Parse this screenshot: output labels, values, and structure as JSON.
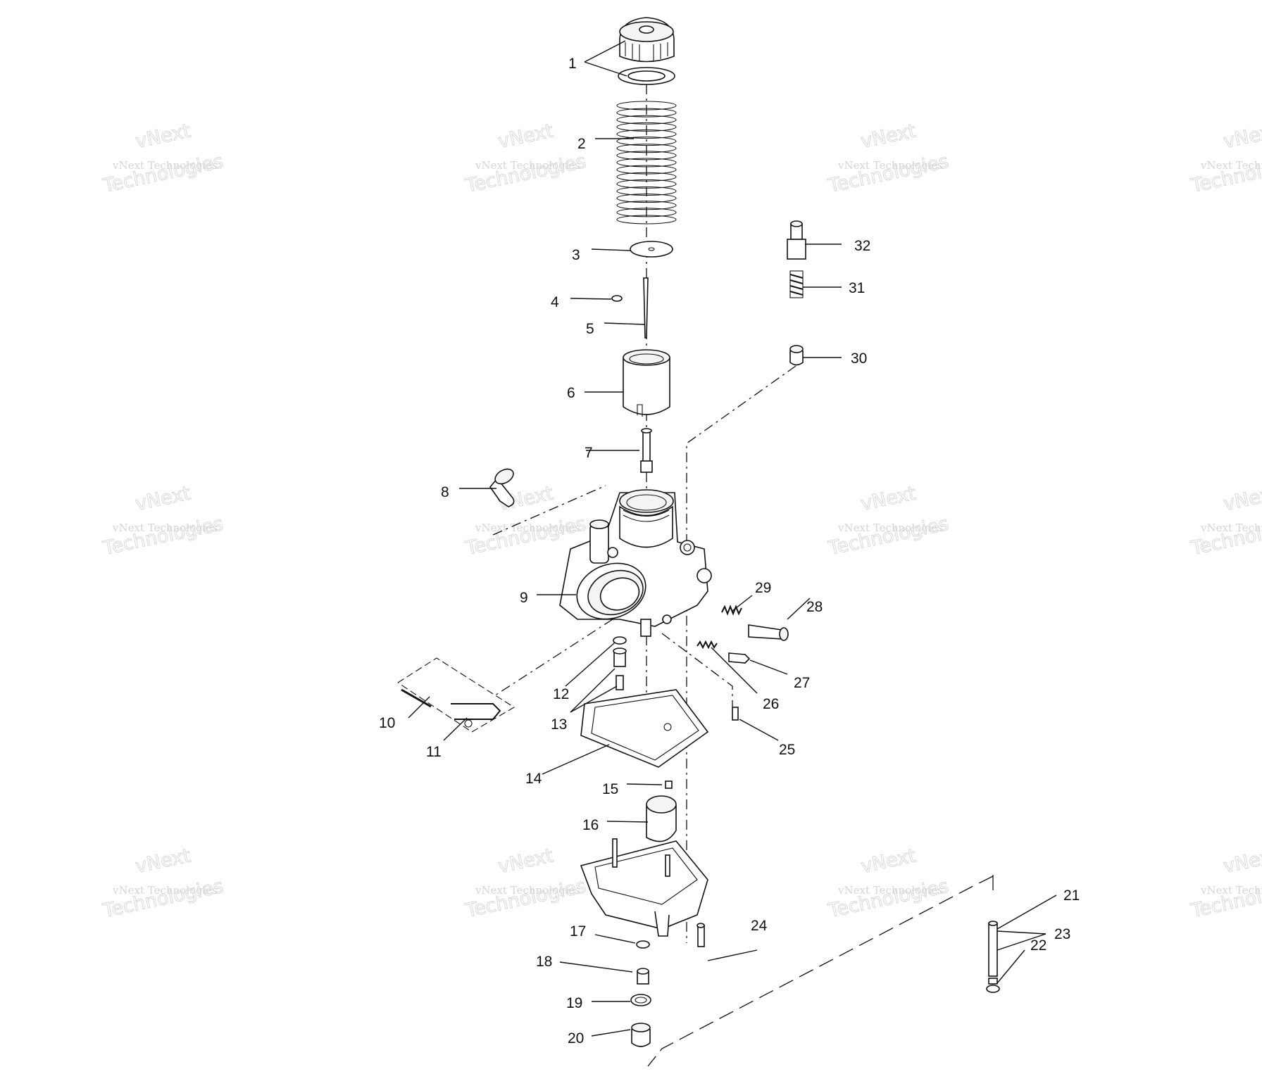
{
  "watermark": {
    "line1": "vNext",
    "line2": "vNext Technologies",
    "line3": "Technologies"
  },
  "callouts": [
    "1",
    "2",
    "3",
    "4",
    "5",
    "6",
    "7",
    "8",
    "9",
    "10",
    "11",
    "12",
    "13",
    "14",
    "15",
    "16",
    "17",
    "18",
    "19",
    "20",
    "21",
    "22",
    "23",
    "24",
    "25",
    "26",
    "27",
    "28",
    "29",
    "30",
    "31",
    "32"
  ]
}
